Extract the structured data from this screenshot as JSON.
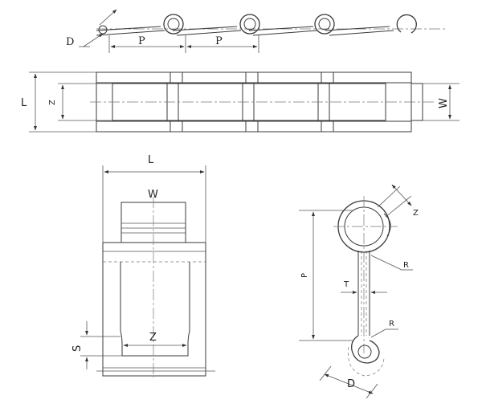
{
  "labels": {
    "pitch": "P",
    "diameter": "D",
    "length": "L",
    "width": "W",
    "inner_width": "Z",
    "radius": "R",
    "thickness": "T",
    "step": "S"
  }
}
